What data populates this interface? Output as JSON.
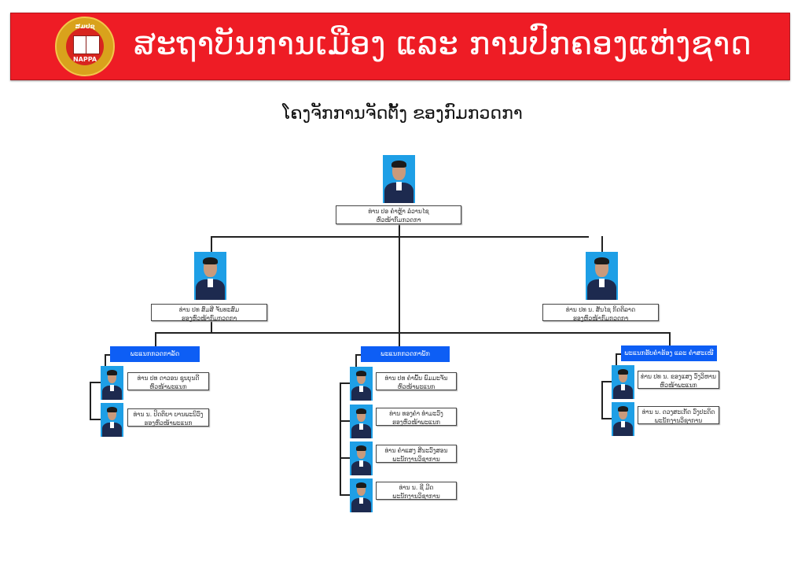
{
  "header": {
    "title": "ສະຖາບັນການເມືອງ ແລະ ການປົກຄອງແຫ່ງຊາດ",
    "logo_text_top": "ສມປຊ",
    "logo_text_bottom": "NAPPA"
  },
  "page_title": "ໂຄງຈັກການຈັດຕັ້ງ ຂອງກົມກວດກາ",
  "director": {
    "name": "ທ່ານ ປອ ຄຳຫຼ້າ ລໍວານໄຊ",
    "position": "ຫົວໜ້າກົມກວດກາ"
  },
  "deputies": [
    {
      "name": "ທ່ານ ປທ ສົມສີ ຈັນທະສົມ",
      "position": "ຮອງຫົວໜ້າກົມກວດກາ"
    },
    {
      "name": "ທ່ານ ປທ ນ. ສັນໄຊ ກິດຕິລາດ",
      "position": "ຮອງຫົວໜ້າກົມກວດກາ"
    }
  ],
  "departments": [
    {
      "name": "ພະແນກກວດກາລັດ",
      "members": [
        {
          "name": "ທ່ານ ປທ ດາວອນ ຊຸນບຸນດີ",
          "position": "ຫົວໜ້າພະແນກ"
        },
        {
          "name": "ທ່ານ ນ. ປິດຕິຍາ ບານພະນິວົງ",
          "position": "ຮອງຫົວໜ້າພະແນກ"
        }
      ]
    },
    {
      "name": "ພະແນກກວດກາພັກ",
      "members": [
        {
          "name": "ທ່ານ ປທ ຄຳພົ້ນ ພົມມະຈັນ",
          "position": "ຫົວໜ້າພະແນກ"
        },
        {
          "name": "ທ່ານ ທອງຄຳ ທຳມະວົງ",
          "position": "ຮອງຫົວໜ້າພະແນກ"
        },
        {
          "name": "ທ່ານ ຄຳແສງ ສີນະວົງສອນ",
          "position": "ພະນັກງານວິຊາການ"
        },
        {
          "name": "ທ່ານ ນ. ຊີ ມີດ",
          "position": "ພະນັກງານວິຊາການ"
        }
      ]
    },
    {
      "name": "ພະແນກຮັບຄຳຮ້ອງ ແລະ ຄຳສະເໜີ",
      "members": [
        {
          "name": "ທ່ານ ປທ ນ. ຂອງແສງ ວົງວິຫານ",
          "position": "ຫົວໜ້າພະແນກ"
        },
        {
          "name": "ທ່ານ ນ. ດວງສະເກັດ ວົງປະດິດ",
          "position": "ພະນັກງານວິຊາການ"
        }
      ]
    }
  ],
  "colors": {
    "banner": "#ee1c25",
    "department": "#0d5ef5",
    "photo_bg": "#1e9fe6"
  }
}
